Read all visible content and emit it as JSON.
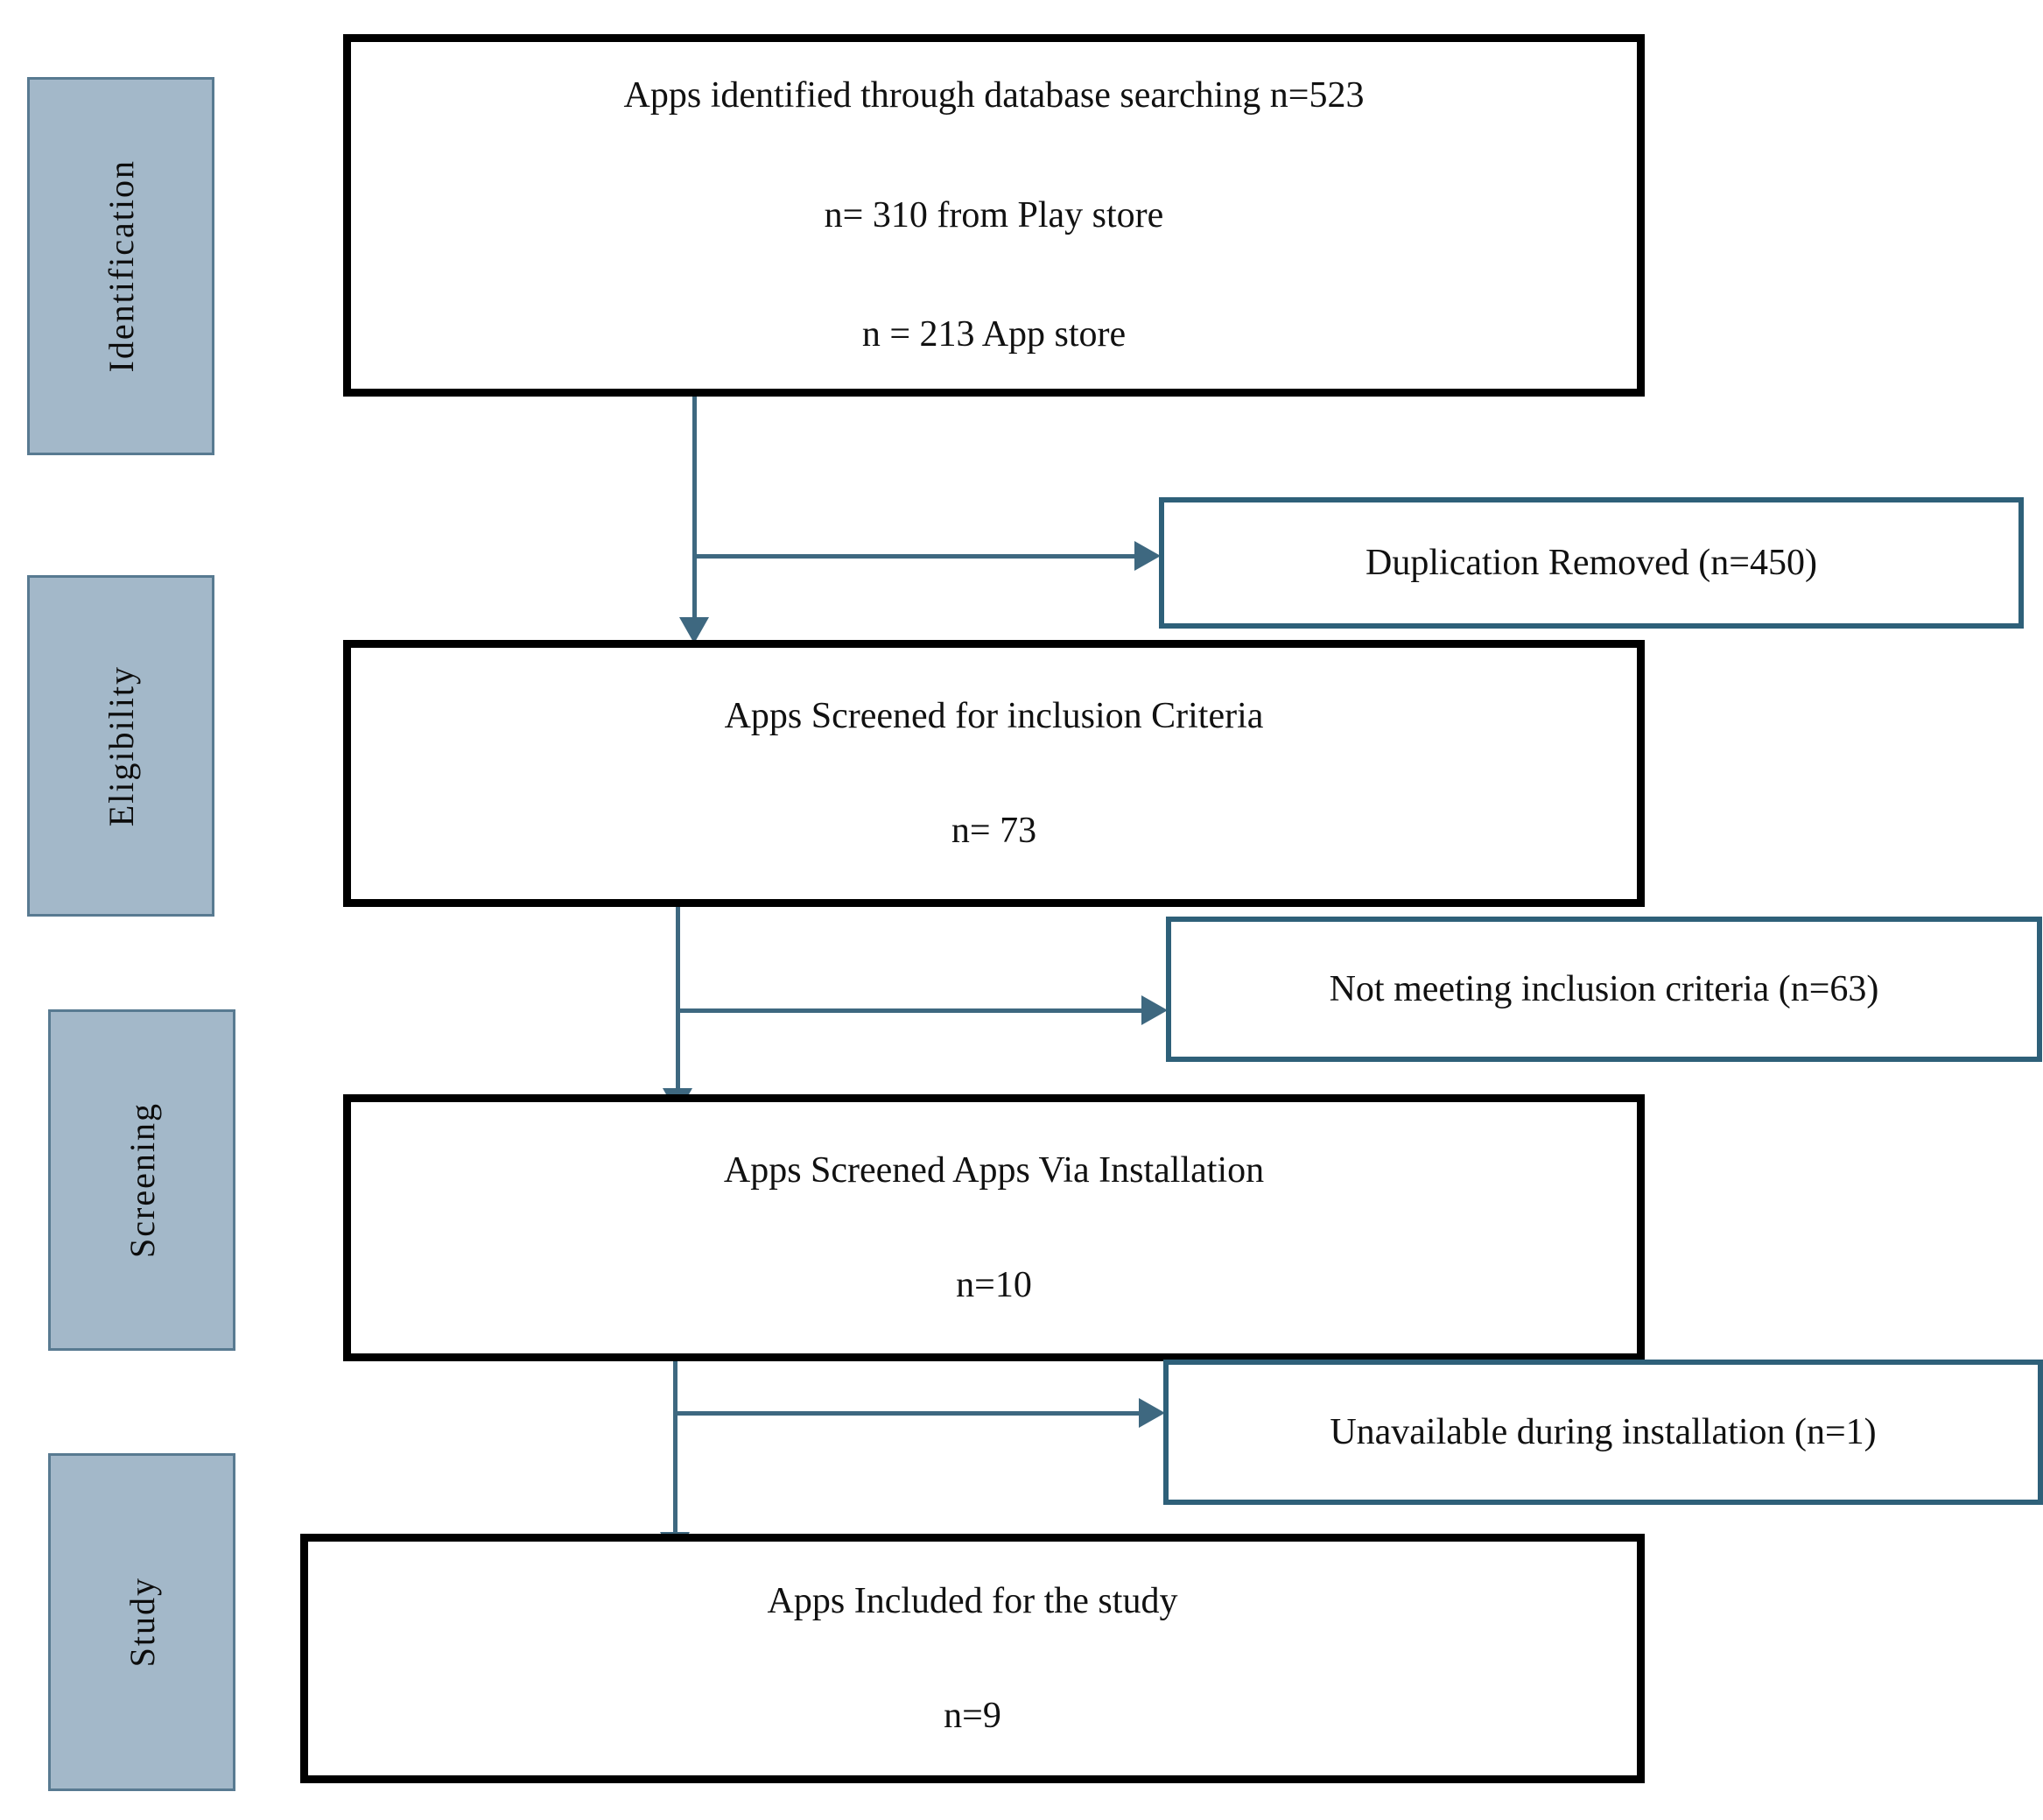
{
  "diagram": {
    "title": "PRISMA app selection flow diagram",
    "colors": {
      "stage_fill": "#a3b8c9",
      "stage_border": "#587a91",
      "main_border": "#000000",
      "side_border": "#2e6079",
      "connector": "#3e6880",
      "text": "#111111",
      "background": "#ffffff"
    },
    "stages": [
      {
        "label": "Identification"
      },
      {
        "label": "Eligibility"
      },
      {
        "label": "Screening"
      },
      {
        "label": "Study"
      }
    ],
    "main_boxes": [
      {
        "id": "identification",
        "lines": [
          "Apps identified through database searching n=523",
          "n= 310 from Play store",
          "n = 213 App store"
        ]
      },
      {
        "id": "screened-inclusion",
        "lines": [
          "Apps Screened for inclusion Criteria",
          "n= 73"
        ]
      },
      {
        "id": "screened-installation",
        "lines": [
          "Apps Screened Apps Via Installation",
          "n=10"
        ]
      },
      {
        "id": "included",
        "lines": [
          "Apps Included for the study",
          "n=9"
        ]
      }
    ],
    "side_boxes": [
      {
        "id": "duplication-removed",
        "text": "Duplication Removed (n=450)"
      },
      {
        "id": "not-meeting-criteria",
        "text": "Not meeting inclusion criteria (n=63)"
      },
      {
        "id": "unavailable-installation",
        "text": "Unavailable during installation (n=1)"
      }
    ]
  },
  "chart_data": {
    "type": "diagram",
    "title": "PRISMA app selection flow diagram",
    "nodes": [
      {
        "stage": "Identification",
        "label": "Apps identified through database searching",
        "n": 523,
        "breakdown": [
          {
            "source": "Play store",
            "n": 310
          },
          {
            "source": "App store",
            "n": 213
          }
        ]
      },
      {
        "stage": "Eligibility",
        "label": "Apps Screened for inclusion Criteria",
        "n": 73
      },
      {
        "stage": "Screening",
        "label": "Apps Screened Apps Via Installation",
        "n": 10
      },
      {
        "stage": "Study",
        "label": "Apps Included for the study",
        "n": 9
      }
    ],
    "exclusions": [
      {
        "label": "Duplication Removed",
        "n": 450
      },
      {
        "label": "Not meeting inclusion criteria",
        "n": 63
      },
      {
        "label": "Unavailable during installation",
        "n": 1
      }
    ]
  }
}
